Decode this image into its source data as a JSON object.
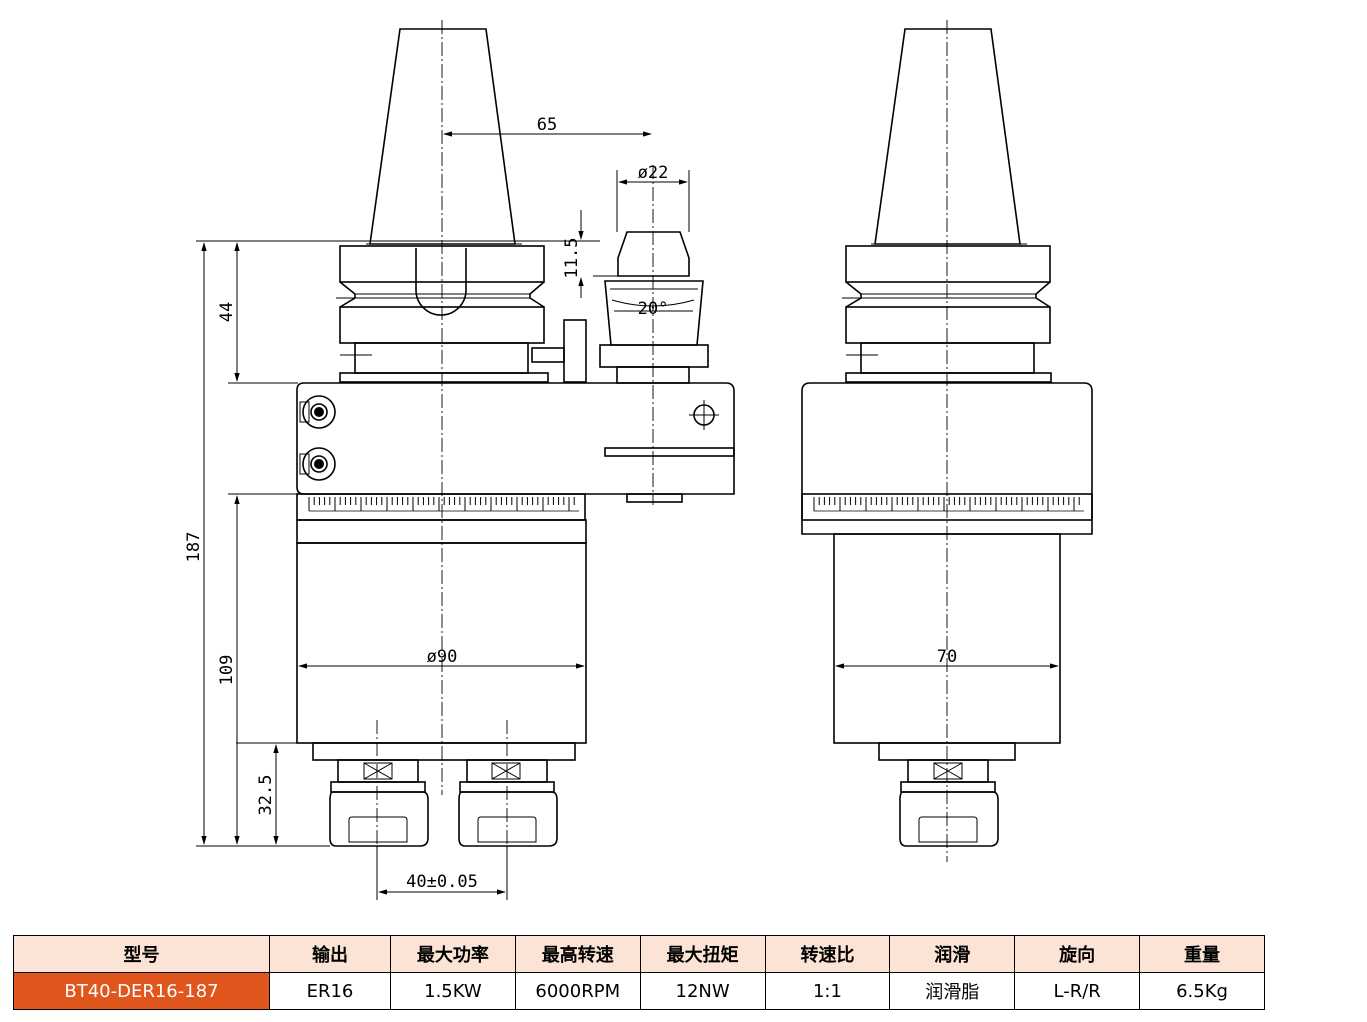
{
  "drawing": {
    "dimensions": {
      "offset": "65",
      "collet_dia": "ø22",
      "collet_height": "11.5",
      "cone_angle": "20°",
      "flange_height": "44",
      "overall_height": "187",
      "body_height": "109",
      "body_dia": "ø90",
      "nose_height": "32.5",
      "spindle_pitch": "40±0.05",
      "side_width": "70"
    }
  },
  "spec_table": {
    "headers": [
      "型号",
      "输出",
      "最大功率",
      "最高转速",
      "最大扭矩",
      "转速比",
      "润滑",
      "旋向",
      "重量"
    ],
    "row": [
      "BT40-DER16-187",
      "ER16",
      "1.5KW",
      "6000RPM",
      "12NW",
      "1:1",
      "润滑脂",
      "L-R/R",
      "6.5Kg"
    ]
  }
}
